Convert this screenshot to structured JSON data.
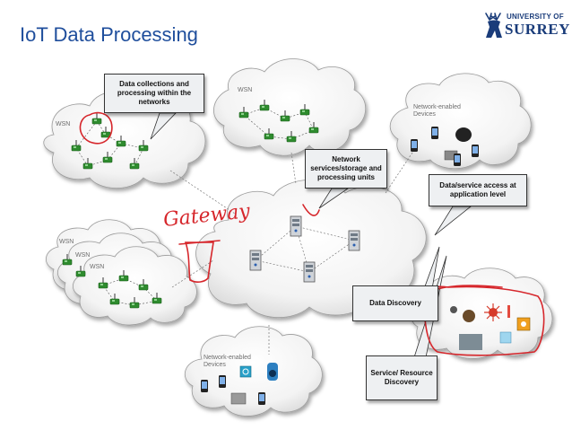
{
  "title": "IoT Data Processing",
  "logo": {
    "line1": "UNIVERSITY OF",
    "line2": "SURREY"
  },
  "callouts": {
    "data_collection": "Data collections and processing within the networks",
    "network_services": "Network services/storage and processing units",
    "data_access": "Data/service access at application level",
    "data_discovery": "Data Discovery",
    "service_discovery": "Service/ Resource Discovery"
  },
  "labels": {
    "wsn_top": "WSN",
    "wsn_left": "WSN",
    "wsn_stack1": "WSN",
    "wsn_stack2": "WSN",
    "wsn_stack3": "WSN",
    "devices_top": "Network-enabled Devices",
    "devices_bottom": "Network-enabled Devices"
  },
  "handwriting": "Gateway",
  "colors": {
    "title": "#1f4e9c",
    "annotation_red": "#d6262b",
    "sensor_green": "#2e8b2e"
  }
}
